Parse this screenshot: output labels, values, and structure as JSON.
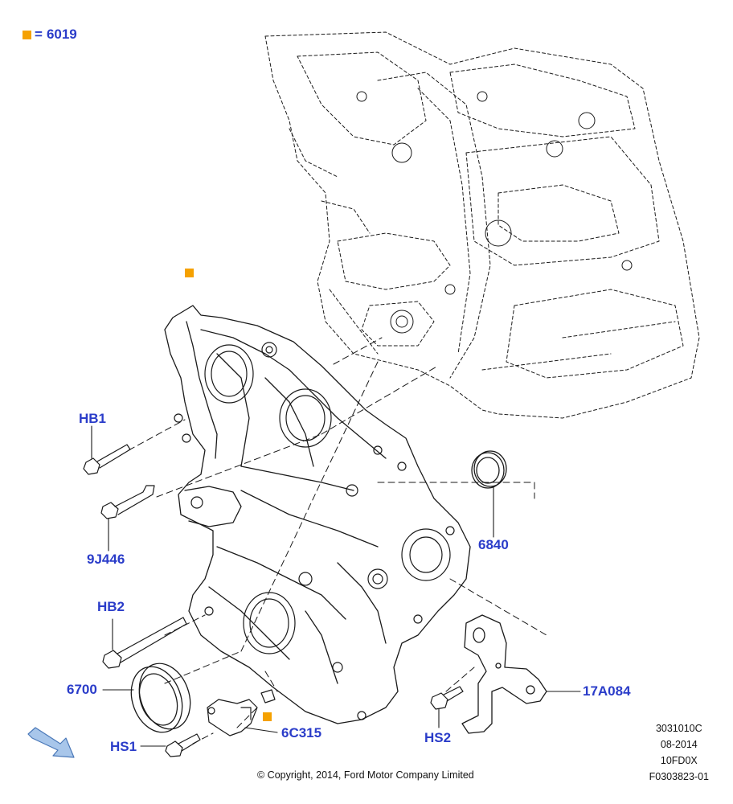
{
  "legend": {
    "symbol": "■",
    "equals": "=",
    "part": "6019"
  },
  "callouts": {
    "hb1": "HB1",
    "j9446": "9J446",
    "hb2": "HB2",
    "p6700": "6700",
    "hs1": "HS1",
    "c6315": "6C315",
    "hs2": "HS2",
    "p6840": "6840",
    "a17084": "17A084"
  },
  "meta": {
    "line1": "3031010C",
    "line2": "08-2014",
    "line3": "10FD0X",
    "line4": "F0303823-01"
  },
  "copyright": "© Copyright, 2014, Ford Motor Company Limited",
  "colors": {
    "callout": "#2a3cc9",
    "marker": "#f5a100",
    "line": "#1a1a1a"
  }
}
